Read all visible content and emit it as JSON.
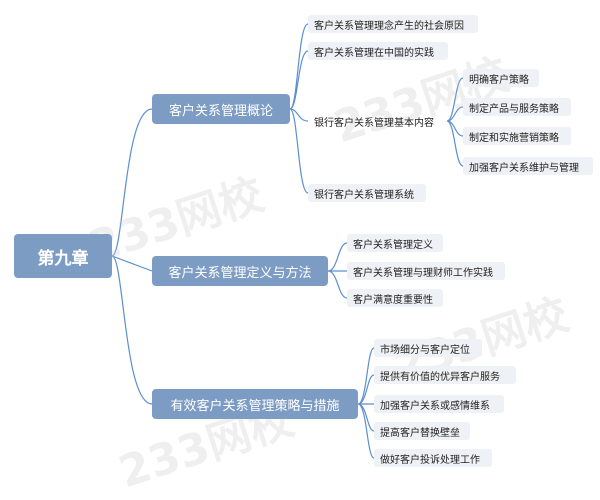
{
  "root": "第九章",
  "branches": [
    {
      "label": "客户关系管理概论",
      "items": [
        {
          "label": "客户关系管理理念产生的社会原因"
        },
        {
          "label": "客户关系管理在中国的实践"
        },
        {
          "label": "银行客户关系管理基本内容",
          "items": [
            "明确客户策略",
            "制定产品与服务策略",
            "制定和实施营销策略",
            "加强客户关系维护与管理"
          ]
        },
        {
          "label": "银行客户关系管理系统"
        }
      ]
    },
    {
      "label": "客户关系管理定义与方法",
      "items": [
        {
          "label": "客户关系管理定义"
        },
        {
          "label": "客户关系管理与理财师工作实践"
        },
        {
          "label": "客户满意度重要性"
        }
      ]
    },
    {
      "label": "有效客户关系管理策略与措施",
      "items": [
        {
          "label": "市场细分与客户定位"
        },
        {
          "label": "提供有价值的优异客户服务"
        },
        {
          "label": "加强客户关系或感情维系"
        },
        {
          "label": "提高客户替换壁垒"
        },
        {
          "label": "做好客户投诉处理工作"
        }
      ]
    }
  ],
  "watermark": "233网校",
  "colors": {
    "node": "#7d9cc4",
    "leaf_bg": "#eef1f5",
    "line": "#5b8fd1"
  }
}
